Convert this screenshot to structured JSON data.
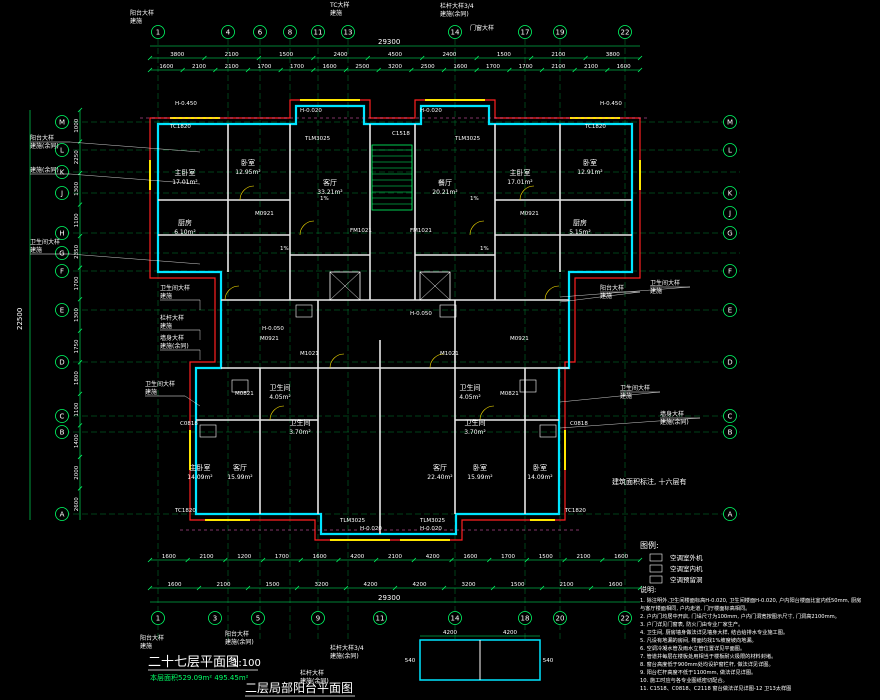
{
  "axes_top": [
    "1",
    "4",
    "6",
    "8",
    "11",
    "13",
    "14",
    "17",
    "19",
    "22"
  ],
  "axes_bottom": [
    "1",
    "3",
    "5",
    "9",
    "11",
    "14",
    "18",
    "20",
    "22"
  ],
  "axes_left": [
    "M",
    "L",
    "K",
    "J",
    "H",
    "G",
    "F",
    "E",
    "D",
    "C",
    "B",
    "A"
  ],
  "axes_right": [
    "M",
    "L",
    "K",
    "J",
    "G",
    "F",
    "E",
    "D",
    "C",
    "B",
    "A"
  ],
  "dims_top_outer": [
    "3800",
    "2100",
    "1500",
    "2400",
    "4500",
    "2400",
    "1500",
    "2100",
    "3800"
  ],
  "dims_top_inner": [
    "1600",
    "2100",
    "2100",
    "1700",
    "1700",
    "1600",
    "2500",
    "3200",
    "2500",
    "1600",
    "1700",
    "1700",
    "2100",
    "2100",
    "1600"
  ],
  "dim_top_total": "29300",
  "dims_bottom_inner": [
    "1600",
    "2100",
    "1200",
    "1700",
    "1600",
    "4200",
    "2100",
    "4200",
    "1600",
    "1700",
    "1500",
    "2100",
    "1600"
  ],
  "dims_bottom_outer": [
    "1600",
    "2100",
    "1500",
    "3200",
    "4200",
    "4200",
    "3200",
    "1500",
    "2100",
    "1600"
  ],
  "dim_bottom_total": "29300",
  "dims_left": [
    "1000",
    "2250",
    "1300",
    "1100",
    "2350",
    "1700",
    "1300",
    "1750",
    "1800",
    "1100",
    "1400",
    "2000",
    "2600"
  ],
  "dim_left_total": "22500",
  "rooms": [
    {
      "name": "卧室",
      "area": "12.95m²"
    },
    {
      "name": "主卧室",
      "area": "17.01m²"
    },
    {
      "name": "客厅",
      "area": "33.21m²"
    },
    {
      "name": "餐厅",
      "area": "20.21m²"
    },
    {
      "name": "主卧室",
      "area": "17.01m²"
    },
    {
      "name": "卧室",
      "area": "12.91m²"
    },
    {
      "name": "厨房",
      "area": "6.10m²"
    },
    {
      "name": "厨房",
      "area": "5.15m²"
    },
    {
      "name": "客厅",
      "area": "15.99m²"
    },
    {
      "name": "客厅",
      "area": "22.40m²"
    },
    {
      "name": "主卧室",
      "area": "14.09m²"
    },
    {
      "name": "卧室",
      "area": "14.09m²"
    },
    {
      "name": "卧室",
      "area": "15.99m²"
    },
    {
      "name": "卫生间",
      "area": "4.05m²"
    },
    {
      "name": "卫生间",
      "area": "3.70m²"
    },
    {
      "name": "卫生间",
      "area": "4.05m²"
    },
    {
      "name": "卫生间",
      "area": "3.70m²"
    }
  ],
  "door_tags": [
    "TLM3025",
    "TLM3025",
    "TLM3025",
    "TLM3025",
    "M0921",
    "M0921",
    "M0921",
    "M0921",
    "M0821",
    "M0821",
    "M1021",
    "M1021",
    "C1518",
    "C0818",
    "C0818",
    "TC1820",
    "TC1820",
    "TC1820",
    "TC1820",
    "FM1021",
    "FM1021",
    "H-0.450",
    "H-0.450",
    "H-0.020",
    "H-0.020",
    "H-0.020",
    "H-0.020",
    "H-0.050",
    "H-0.050",
    "1%",
    "1%",
    "1%",
    "1%"
  ],
  "callouts_left": [
    "阳台大样",
    "建施(余同)",
    "建施(余同)",
    "卫生间大样",
    "建施",
    "卫生间大样",
    "建施",
    "墙身大样",
    "建施(余同)",
    "栏杆大样",
    "建施",
    "卫生间大样",
    "建施"
  ],
  "callouts_right": [
    "阳台大样",
    "建施",
    "卫生间大样",
    "建施",
    "卫生间大样",
    "建施",
    "墙身大样",
    "建施(余同)"
  ],
  "callouts_top": [
    "阳台大样",
    "建施",
    "TC大样",
    "建施",
    "栏杆大样3/4",
    "建施(余同)",
    "门窗大样"
  ],
  "callouts_bottom": [
    "阳台大样",
    "建施",
    "栏杆大样3/4",
    "建施(余同)",
    "阳台大样",
    "建施(余同)",
    "栏杆大样",
    "建施(余同)"
  ],
  "annot_right": "建筑面积标注, 十六层有",
  "floor_title": "二十七层平面图",
  "floor_scale": "1:100",
  "area_note": "本层面积529.09m² 495.45m²",
  "balcony_title": "二层局部阳台平面图",
  "balcony_dims": [
    "4200",
    "4200"
  ],
  "balcony_side_dims": [
    "540",
    "540"
  ],
  "legend": {
    "heading": "图例:",
    "items": [
      {
        "label": "空调室外机",
        "color": "#ffffff"
      },
      {
        "label": "空调室内机",
        "color": "#ffffff"
      },
      {
        "label": "空调预留洞",
        "color": "#ffffff"
      }
    ]
  },
  "notes_heading": "说明:",
  "notes": [
    "1. 除注明外,卫生间楼面标高H-0.020, 卫生间楼面H-0.020, 户内阳台楼面比室内低50mm, 厨房",
    "   与客厅楼面相同, 户内走道, 门厅楼面标高相同。",
    "2. 户内门均居中开启, 门垛尺寸为100mm, 户内门洞宽按图示尺寸, 门洞高2100mm。",
    "3. 户门详见门窗表, 防火门由专业厂家生产。",
    "4. 卫生间, 厨房墙身做法详见墙身大样, 结合给排水专业施工图。",
    "5. 凡设有地漏的房间, 楼面均找1%坡度坡向地漏。",
    "6. 空调冷凝水管及雨水立管位置详见平面图。",
    "7. 管道井每层在楼板处用相当于楼板耐火极限的材料封堵。",
    "8. 窗台高度低于900mm处均设护窗栏杆, 做法详见详图。",
    "9. 阳台栏杆高度不低于1100mm, 做法详见详图。",
    "10. 施工时应与各专业图纸密切配合。",
    "11. C1518、C0818、C2118 窗台做法详见详图-12 卫13太样图"
  ]
}
